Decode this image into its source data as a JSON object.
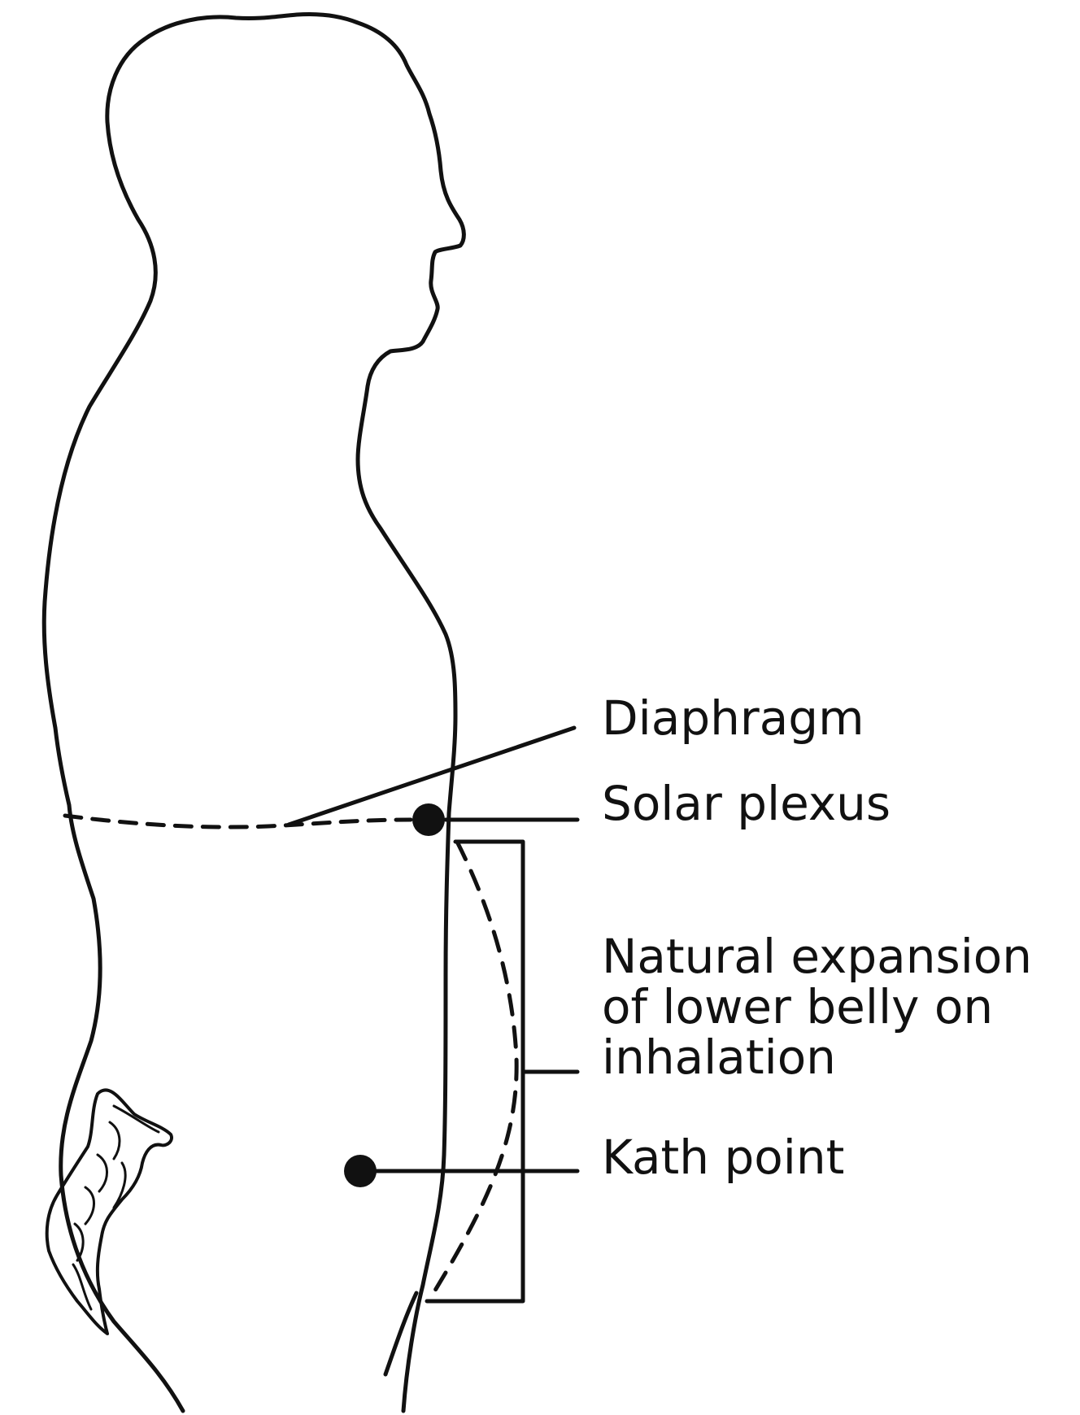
{
  "labels": {
    "diaphragm": "Diaphragm",
    "solar_plexus": "Solar plexus",
    "natural_expansion": {
      "line1": "Natural expansion",
      "line2": "of lower belly on",
      "line3": "inhalation"
    },
    "kath_point": "Kath point"
  },
  "colors": {
    "ink": "#111111",
    "background": "#ffffff"
  }
}
